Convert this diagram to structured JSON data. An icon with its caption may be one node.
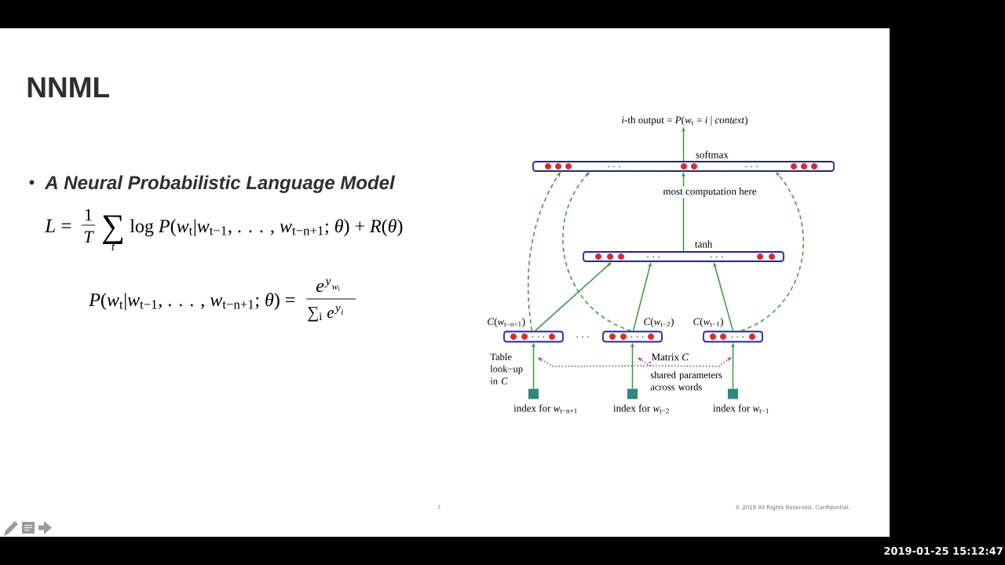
{
  "diagram": {
    "title": "NNML",
    "nodes": [
      {
        "text": [
          "*i*-th output = *P*(*w*$_{t}$ = *i* | *context*)"
        ]
      },
      {
        "text": [
          "· · ·",
          "· · ·"
        ],
        "beside": [
          "softmax"
        ]
      },
      {
        "text": [
          "· · ·",
          "· · ·"
        ],
        "beside": [
          "tanh"
        ]
      },
      {
        "text": [
          "· · ·"
        ],
        "beside": [
          "*C*(*w*$_{t−n+1}$)"
        ]
      },
      {
        "text": [
          "· · ·"
        ],
        "beside": [
          "*C*(*w*$_{t−2}$)"
        ]
      },
      {
        "text": [
          "· · ·"
        ],
        "beside": [
          "*C*(*w*$_{t−1}$)"
        ]
      },
      {
        "text": [],
        "shape": "box",
        "beside": [
          "index for *w*$_{t−n+1}$"
        ]
      },
      {
        "text": [],
        "shape": "box",
        "beside": [
          "index for *w*$_{t−2}$"
        ]
      },
      {
        "text": [],
        "shape": "box",
        "beside": [
          "index for *w*$_{t−1}$"
        ]
      },
      {
        "text": [
          "Matrix *C*",
          "shared parameters across words"
        ]
      }
    ],
    "edges": [
      {
        "from": 1,
        "to": 0,
        "arrow": "to"
      },
      {
        "from": 2,
        "to": 1,
        "arrow": "to",
        "label": "most computation here"
      },
      {
        "from": 3,
        "to": 2,
        "arrow": "to"
      },
      {
        "from": 4,
        "to": 2,
        "arrow": "to"
      },
      {
        "from": 5,
        "to": 2,
        "arrow": "to"
      },
      {
        "from": 3,
        "to": 1,
        "arrow": "to",
        "style": "dashed"
      },
      {
        "from": 4,
        "to": 1,
        "arrow": "to",
        "style": "dashed"
      },
      {
        "from": 5,
        "to": 1,
        "arrow": "to",
        "style": "dashed"
      },
      {
        "from": 6,
        "to": 3,
        "arrow": "to",
        "label": "Table look−up in *C*"
      },
      {
        "from": 7,
        "to": 4,
        "arrow": "to"
      },
      {
        "from": 8,
        "to": 5,
        "arrow": "to"
      },
      {
        "from": 9,
        "to": null,
        "arrow": "to",
        "style": "dashed",
        "color": "#a0309a"
      },
      {
        "from": 9,
        "to": null,
        "arrow": "to",
        "style": "dashed",
        "color": "#a0309a"
      },
      {
        "from": 9,
        "to": null,
        "arrow": "to",
        "style": "dashed",
        "color": "#a0309a"
      }
    ],
    "labels": [
      "A Neural Probabilistic Language Model",
      "*L* =",
      "1",
      "T",
      "∑",
      "t",
      "log *P*(*w*$_{t}$|*w*$_{t−1}$, . . . , *w*$_{t−n+1}$; *θ*) + *R*(*θ*)",
      "*P*(*w*$_{t}$|*w*$_{t−1}$, . . . , *w*$_{t−n+1}$; *θ*) =",
      "e",
      "y",
      "*w*$_{t}$",
      "∑$_{i}$ *e*",
      "y",
      "i",
      "· · ·",
      "7",
      "© 2018 All Rights Reserved. Confidential.",
      "2019-01-25 15:12:47"
    ]
  }
}
